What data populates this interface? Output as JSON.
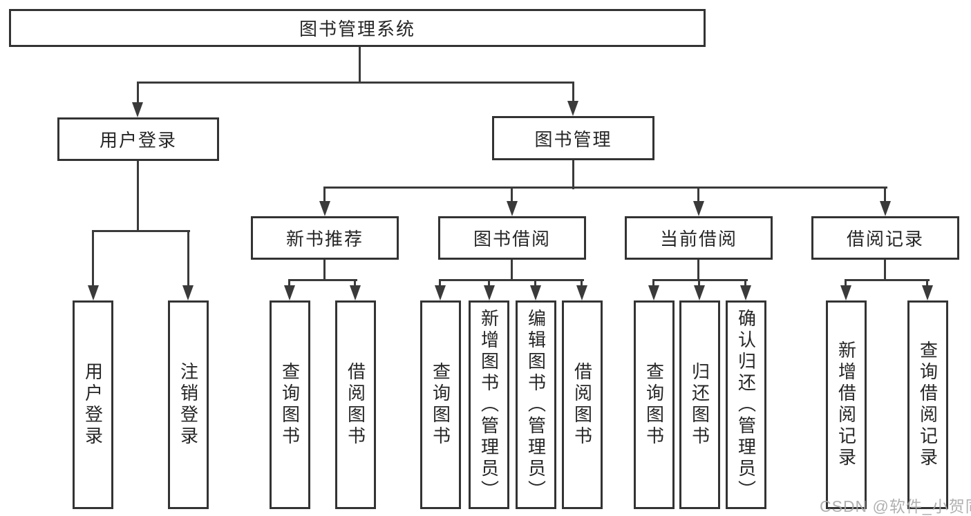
{
  "diagram": {
    "root": {
      "label": "图书管理系统"
    },
    "level2": [
      {
        "label": "用户登录"
      },
      {
        "label": "图书管理"
      }
    ],
    "level3": [
      {
        "label": "新书推荐"
      },
      {
        "label": "图书借阅"
      },
      {
        "label": "当前借阅"
      },
      {
        "label": "借阅记录"
      }
    ],
    "leaves": {
      "user_login": [
        "用户登录",
        "注销登录"
      ],
      "new_books": [
        "查询图书",
        "借阅图书"
      ],
      "book_borrow": [
        "查询图书",
        "新增图书（管理员）",
        "编辑图书（管理员）",
        "借阅图书"
      ],
      "current_borrow": [
        "查询图书",
        "归还图书",
        "确认归还（管理员）"
      ],
      "borrow_records": [
        "新增借阅记录",
        "查询借阅记录"
      ]
    },
    "colors": {
      "line": "#3a3a3a",
      "border": "#333333",
      "text": "#262626",
      "watermark": "#a8a8a8",
      "background": "#ffffff"
    }
  },
  "watermark": {
    "text": "CSDN @软件_小贺同学"
  }
}
